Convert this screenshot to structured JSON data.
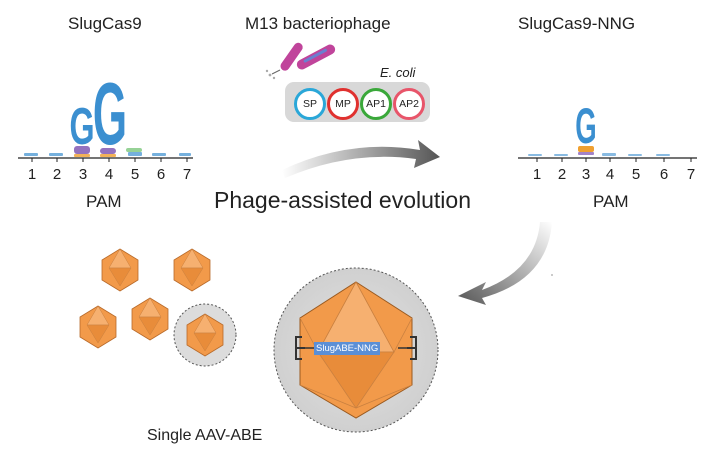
{
  "left_logo": {
    "title": "SlugCas9",
    "axis_label": "PAM",
    "ticks": [
      "1",
      "2",
      "3",
      "4",
      "5",
      "6",
      "7"
    ],
    "big_letters": [
      "G",
      "G"
    ]
  },
  "right_logo": {
    "title": "SlugCas9-NNG",
    "axis_label": "PAM",
    "ticks": [
      "1",
      "2",
      "3",
      "4",
      "5",
      "6",
      "7"
    ],
    "big_letters": [
      "G"
    ]
  },
  "phage": {
    "title": "M13 bacteriophage",
    "host": "E. coli",
    "plasmids": [
      {
        "label": "SP",
        "color": "#2aa7d8"
      },
      {
        "label": "MP",
        "color": "#e0312f"
      },
      {
        "label": "AP1",
        "color": "#3aa83a"
      },
      {
        "label": "AP2",
        "color": "#e8556a"
      }
    ]
  },
  "process": {
    "label": "Phage-assisted evolution"
  },
  "aav": {
    "label": "Single AAV-ABE",
    "construct": "SlugABE-NNG",
    "capsid_color": "#f29a4a",
    "logo_color": "#4d8fd1"
  }
}
